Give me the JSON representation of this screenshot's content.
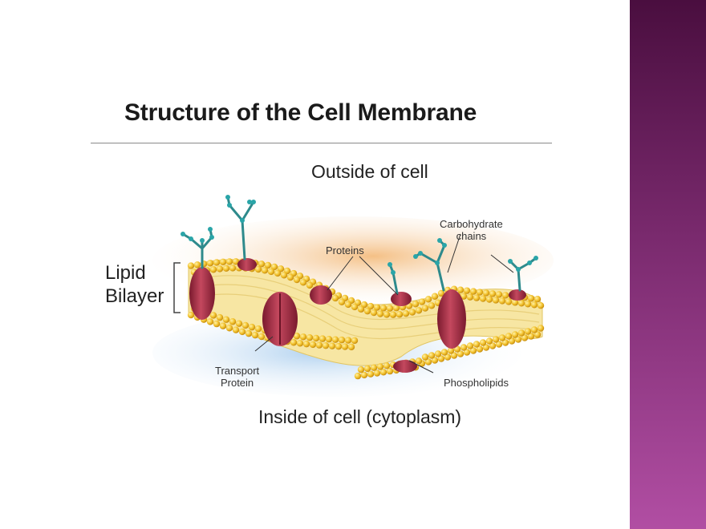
{
  "slide": {
    "title": "Structure of the Cell Membrane",
    "accent_gradient": [
      "#4a0e3f",
      "#b14ea3"
    ]
  },
  "diagram": {
    "labels": {
      "outside": "Outside of cell",
      "inside": "Inside of cell (cytoplasm)",
      "lipid_line1": "Lipid",
      "lipid_line2": "Bilayer",
      "proteins": "Proteins",
      "carbohydrate_line1": "Carbohydrate",
      "carbohydrate_line2": "chains",
      "transport_line1": "Transport",
      "transport_line2": "Protein",
      "phospholipids": "Phospholipids"
    },
    "colors": {
      "head": "#f2c22e",
      "tail": "#f6e7a0",
      "protein": "#b0324a",
      "carbohydrate": "#2e8a8c",
      "cytoplasm": "#b9d6f0",
      "glow": "#f6c98a"
    }
  }
}
